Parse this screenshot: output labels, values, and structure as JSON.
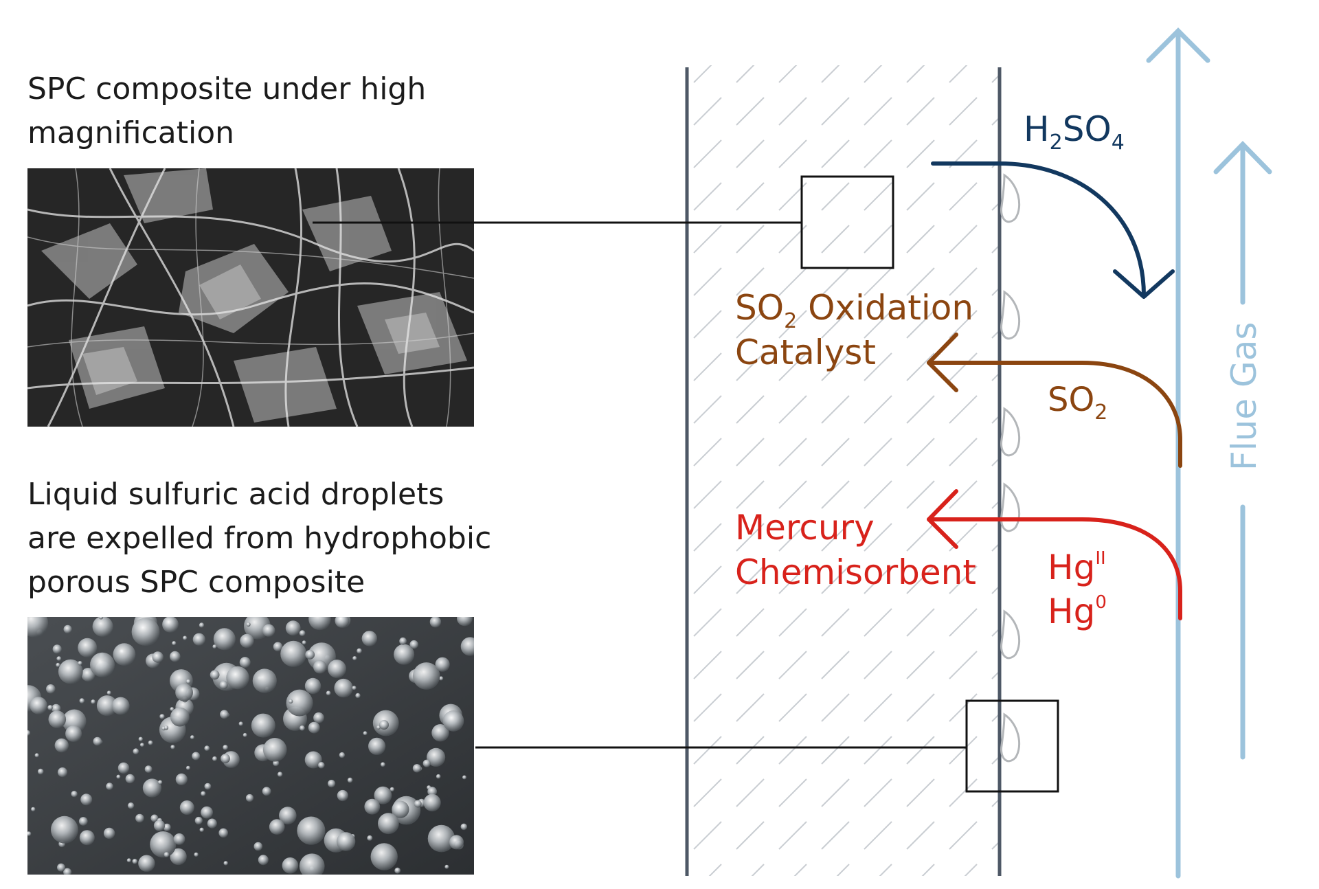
{
  "captions": {
    "top": [
      "SPC composite under high",
      "magnification"
    ],
    "bottom": [
      "Liquid sulfuric acid droplets",
      "are expelled from hydrophobic",
      "porous SPC composite"
    ]
  },
  "labels": {
    "h2so4": {
      "main": "H",
      "sub1": "2",
      "mid": "SO",
      "sub2": "4"
    },
    "so2_catalyst": {
      "line1_main": "SO",
      "line1_sub": "2",
      "line1_rest": " Oxidation",
      "line2": "Catalyst"
    },
    "so2": {
      "main": "SO",
      "sub": "2"
    },
    "mercury": {
      "line1": "Mercury",
      "line2": "Chemisorbent"
    },
    "hg_ii": {
      "main": "Hg",
      "sup": "II"
    },
    "hg_0": {
      "main": "Hg",
      "sup": "0"
    },
    "flue_gas": "Flue Gas"
  },
  "colors": {
    "navy": "#12385f",
    "brown": "#8b4510",
    "red": "#d8221b",
    "light_blue": "#9cc3dc",
    "slate": "#4e5866",
    "hatch": "#c9cdd2"
  }
}
